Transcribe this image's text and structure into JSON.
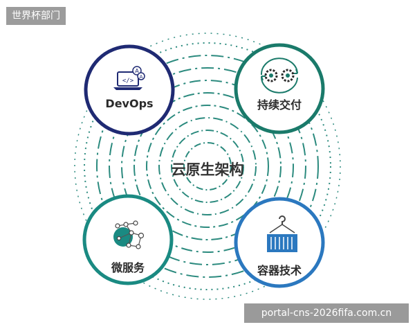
{
  "header": {
    "badge": "世界杯部门"
  },
  "footer": {
    "watermark": "portal-cns-2026fifa.com.cn"
  },
  "diagram": {
    "center_label": "云原生架构",
    "nodes": {
      "devops": {
        "label": "DevOps",
        "ring_color": "#1f2a73",
        "icon": "laptop-code-icon"
      },
      "cd": {
        "label": "持续交付",
        "ring_color": "#1a7a6a",
        "icon": "gears-cycle-icon"
      },
      "microservices": {
        "label": "微服务",
        "ring_color": "#1a8a82",
        "icon": "network-nodes-icon"
      },
      "container": {
        "label": "容器技术",
        "ring_color": "#2b78bf",
        "icon": "shipping-container-icon"
      }
    },
    "colors": {
      "ring_lines": "#2b8a7e",
      "accent": "#1a7a6a",
      "dark": "#1f2a73"
    }
  }
}
